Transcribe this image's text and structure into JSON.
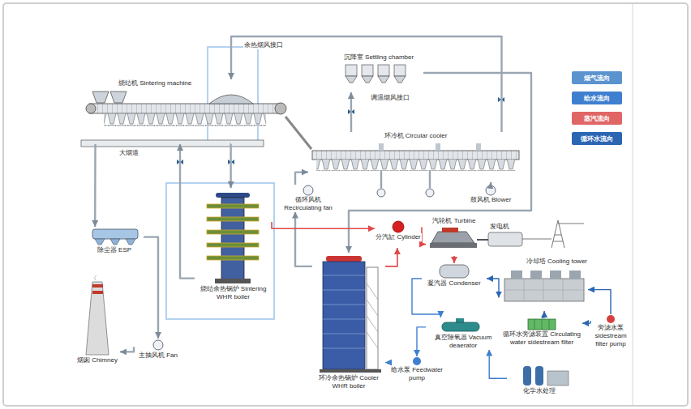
{
  "diagram": {
    "nodes": [
      {
        "text": [
          "烧结机 Sintering machine"
        ]
      },
      {
        "text": [
          "沉降室 Settling chamber"
        ]
      },
      {
        "text": [
          "环冷机 Circular cooler"
        ]
      },
      {
        "text": [
          "循环风机 Recirculating fan"
        ]
      },
      {
        "text": [
          "鼓风机 Blower"
        ]
      },
      {
        "text": [
          "烧结余热锅炉 Sintering WHR boiler"
        ]
      },
      {
        "text": [
          "除尘器 ESP"
        ]
      },
      {
        "text": [
          "主抽风机 Fan"
        ]
      },
      {
        "text": [
          "烟囱 Chimney"
        ]
      },
      {
        "text": [
          "分汽缸 Cylinder"
        ]
      },
      {
        "text": [
          "汽轮机 Turbine"
        ]
      },
      {
        "text": [
          "凝汽器 Condenser"
        ]
      },
      {
        "text": [
          "冷却塔 Cooling tower"
        ]
      },
      {
        "text": [
          "环冷余热锅炉 Cooler WHR boiler"
        ]
      },
      {
        "text": [
          "真空除氧器 Vacuum deaerator"
        ]
      },
      {
        "text": [
          "给水泵 Feedwater pump"
        ]
      },
      {
        "text": [
          "循环水旁滤装置 Circulating water sidestream filter"
        ]
      },
      {
        "text": [
          "旁滤水泵 sidestream filter pump"
        ]
      },
      {
        "text": [
          "化学水处理"
        ]
      }
    ],
    "edges": [
      {
        "from": 0,
        "to": 5,
        "arrow": "to"
      },
      {
        "from": 5,
        "to": 0,
        "arrow": "to"
      },
      {
        "from": 0,
        "to": 6,
        "arrow": "to"
      },
      {
        "from": 6,
        "to": 7,
        "arrow": "to"
      },
      {
        "from": 7,
        "to": 8,
        "arrow": "to"
      },
      {
        "from": 2,
        "to": 1,
        "arrow": "to"
      },
      {
        "from": 1,
        "to": 13,
        "arrow": "to"
      },
      {
        "from": 13,
        "to": 3,
        "arrow": "to"
      },
      {
        "from": 3,
        "to": 2,
        "arrow": "to"
      },
      {
        "from": 4,
        "to": 2,
        "arrow": "to"
      },
      {
        "from": 2,
        "to": 0,
        "arrow": "to"
      },
      {
        "from": 5,
        "to": 9,
        "arrow": "to"
      },
      {
        "from": 13,
        "to": 9,
        "arrow": "to"
      },
      {
        "from": 9,
        "to": 10,
        "arrow": "to"
      },
      {
        "from": 10,
        "to": 11,
        "arrow": "to"
      },
      {
        "from": 11,
        "to": 14,
        "arrow": "to"
      },
      {
        "from": 14,
        "to": 15,
        "arrow": "to"
      },
      {
        "from": 15,
        "to": 13,
        "arrow": "to"
      },
      {
        "from": 18,
        "to": 14,
        "arrow": "to"
      },
      {
        "from": 12,
        "to": 11,
        "arrow": "both"
      },
      {
        "from": 16,
        "to": 12,
        "arrow": "to"
      },
      {
        "from": 17,
        "to": 16,
        "arrow": "to"
      },
      {
        "from": 17,
        "to": 12,
        "arrow": "to"
      }
    ],
    "labels": [
      "大烟道",
      "余热烟风接口",
      "调温烟风接口",
      "发电机"
    ],
    "legend": [
      {
        "text": "烟气流向",
        "color": "#5b93cf"
      },
      {
        "text": "给水流向",
        "color": "#3f7fcf"
      },
      {
        "text": "蒸汽流向",
        "color": "#e06666"
      },
      {
        "text": "循环水流向",
        "color": "#2b66b3"
      }
    ]
  }
}
